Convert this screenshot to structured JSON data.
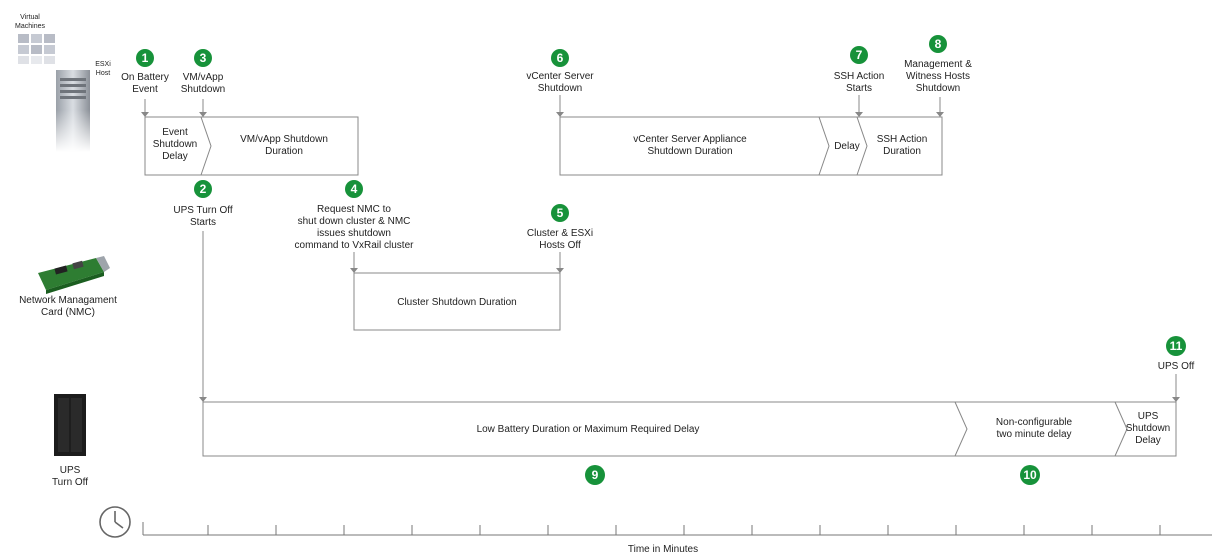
{
  "colors": {
    "marker": "#17923a",
    "marker_text": "#ffffff",
    "line": "#888888",
    "text": "#222222"
  },
  "lanes": {
    "vms": "Virtual Machines",
    "esxi": "ESXi Host",
    "nmc": [
      "Network Managament",
      "Card (NMC)"
    ],
    "ups": [
      "UPS",
      "Turn Off"
    ]
  },
  "icons": {
    "vms": "virtual-machines-icon",
    "esxi": "server-tower-icon",
    "nmc": "network-card-icon",
    "ups": "ups-device-icon",
    "clock": "clock-icon"
  },
  "steps": [
    {
      "num": "1",
      "label": [
        "On Battery",
        "Event"
      ]
    },
    {
      "num": "2",
      "label": [
        "UPS Turn Off",
        "Starts"
      ]
    },
    {
      "num": "3",
      "label": [
        "VM/vApp",
        "Shutdown"
      ]
    },
    {
      "num": "4",
      "label": [
        "Request NMC to",
        "shut down cluster & NMC",
        "issues shutdown",
        "command to VxRail cluster"
      ]
    },
    {
      "num": "5",
      "label": [
        "Cluster & ESXi",
        "Hosts Off"
      ]
    },
    {
      "num": "6",
      "label": [
        "vCenter Server",
        "Shutdown"
      ]
    },
    {
      "num": "7",
      "label": [
        "SSH Action",
        "Starts"
      ]
    },
    {
      "num": "8",
      "label": [
        "Management &",
        "Witness Hosts",
        "Shutdown"
      ]
    },
    {
      "num": "9",
      "label": []
    },
    {
      "num": "10",
      "label": []
    },
    {
      "num": "11",
      "label": [
        "UPS Off"
      ]
    }
  ],
  "segments": {
    "event_delay": [
      "Event",
      "Shutdown",
      "Delay"
    ],
    "vm_duration": [
      "VM/vApp Shutdown",
      "Duration"
    ],
    "vcenter_duration": [
      "vCenter Server Appliance",
      "Shutdown Duration"
    ],
    "delay": [
      "Delay"
    ],
    "ssh_duration": [
      "SSH Action",
      "Duration"
    ],
    "cluster_duration": [
      "Cluster Shutdown Duration"
    ],
    "low_battery": [
      "Low Battery Duration or Maximum Required Delay"
    ],
    "nonconfig": [
      "Non-configurable",
      "two minute delay"
    ],
    "ups_delay": [
      "UPS",
      "Shutdown",
      "Delay"
    ]
  },
  "axis": {
    "label": "Time in Minutes"
  }
}
